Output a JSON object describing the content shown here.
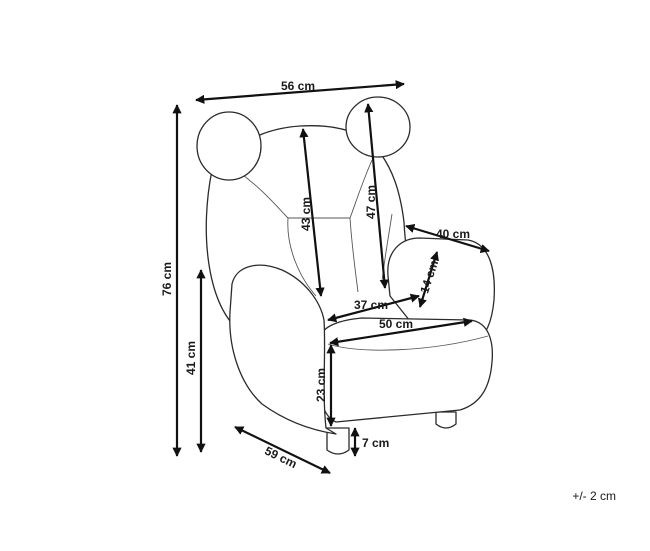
{
  "dimensions": {
    "width": "56 cm",
    "height": "76 cm",
    "seat_height": "41 cm",
    "depth": "59 cm",
    "ear_to_seat": "47 cm",
    "backrest_height": "43 cm",
    "armrest_width": "40 cm",
    "armrest_height": "14 cm",
    "seat_depth": "37 cm",
    "seat_width": "50 cm",
    "seat_cushion_height": "23 cm",
    "leg_height": "7 cm"
  },
  "tolerance": "+/- 2 cm",
  "colors": {
    "outline": "#2b2b2b",
    "arrow": "#111111",
    "text": "#1a1a1a"
  }
}
